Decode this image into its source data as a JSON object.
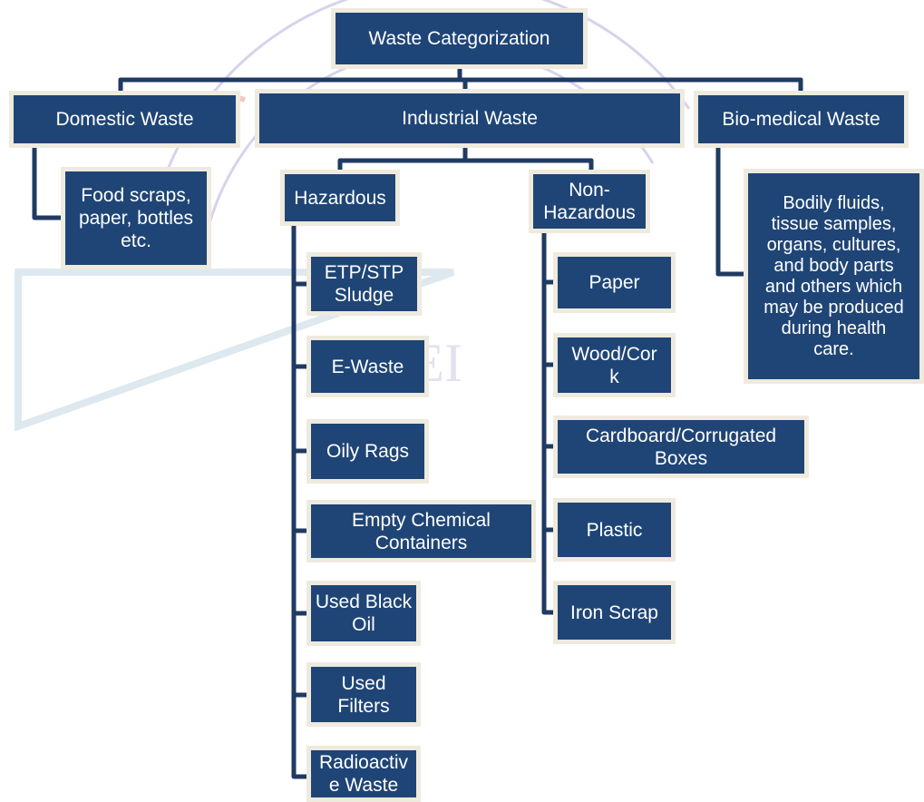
{
  "diagram": {
    "root": "Waste Categorization",
    "categories": {
      "domestic": "Domestic Waste",
      "industrial": "Industrial Waste",
      "biomedical": "Bio-medical Waste"
    },
    "domestic_examples": "Food scraps,\npaper, bottles\netc.",
    "industrial_types": {
      "hazardous": "Hazardous",
      "non_hazardous": "Non-\nHazardous"
    },
    "hazardous_items": [
      "ETP/STP\nSludge",
      "E-Waste",
      "Oily Rags",
      "Empty Chemical\nContainers",
      "Used Black\nOil",
      "Used\nFilters",
      "Radioactiv\ne Waste"
    ],
    "non_hazardous_items": [
      "Paper",
      "Wood/Cor\nk",
      "Cardboard/Corrugated\nBoxes",
      "Plastic",
      "Iron Scrap"
    ],
    "biomedical_examples": "Bodily fluids,\ntissue samples,\norgans, cultures,\nand body parts\nand others which\nmay be produced\nduring health\ncare."
  },
  "colors": {
    "box_fill": "#1f4576",
    "box_border": "#eeeade",
    "connector": "#1f3a63",
    "box_text": "#ffffff"
  }
}
